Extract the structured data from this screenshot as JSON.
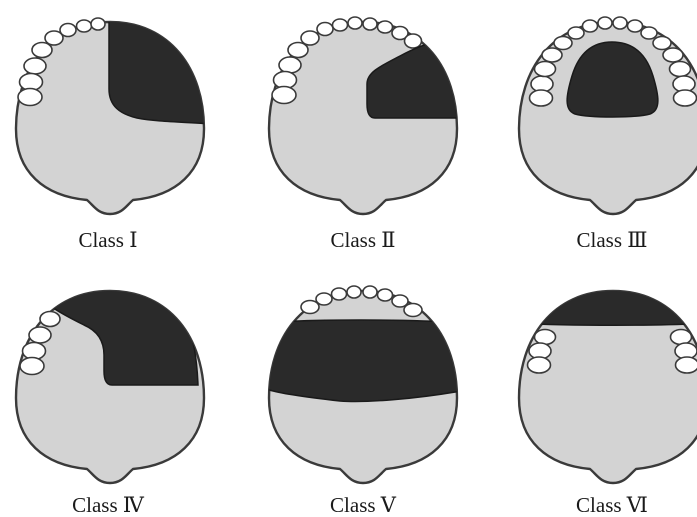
{
  "figure": {
    "panels": [
      {
        "id": "class-1",
        "label": "Class Ⅰ"
      },
      {
        "id": "class-2",
        "label": "Class Ⅱ"
      },
      {
        "id": "class-3",
        "label": "Class Ⅲ"
      },
      {
        "id": "class-4",
        "label": "Class Ⅳ"
      },
      {
        "id": "class-5",
        "label": "Class Ⅴ"
      },
      {
        "id": "class-6",
        "label": "Class Ⅵ"
      }
    ]
  },
  "colors": {
    "palate": "#d3d3d3",
    "outline": "#3a3a3a",
    "teeth": "#ffffff",
    "defect": "#2a2a2a"
  }
}
